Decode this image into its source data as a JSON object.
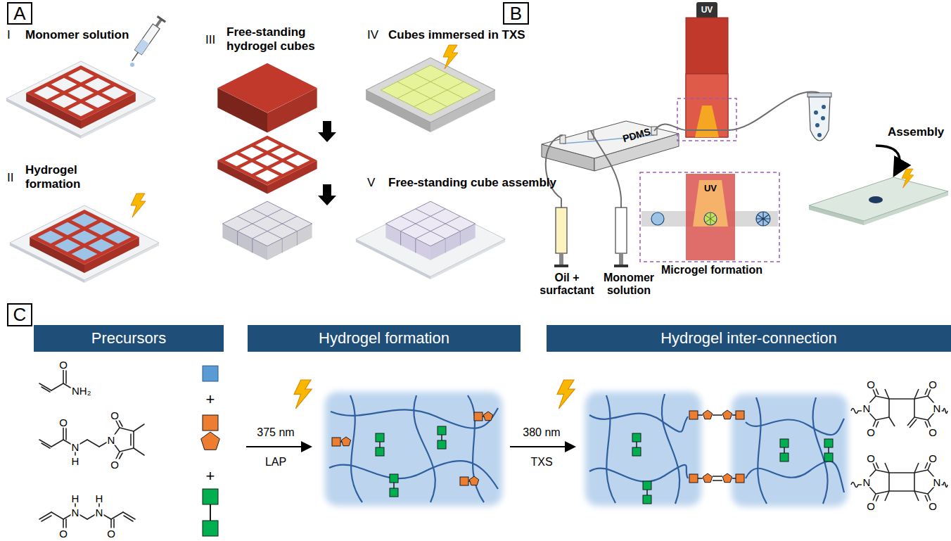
{
  "diagram": {
    "nodes": [
      {
        "text": [
          "A"
        ]
      },
      {
        "text": [
          "B"
        ]
      },
      {
        "text": [
          "C"
        ]
      },
      {
        "text": [
          "Precursors"
        ]
      },
      {
        "text": [
          "Hydrogel formation"
        ]
      },
      {
        "text": [
          "Hydrogel inter-connection"
        ]
      }
    ],
    "labels": [
      "I",
      "Monomer solution",
      "II",
      "Hydrogel formation",
      "III",
      "Free-standing hydrogel cubes",
      "IV",
      "Cubes immersed in TXS",
      "V",
      "Free-standing cube assembly",
      "UV",
      "PDMS",
      "Oil + surfactant",
      "Monomer solution",
      "UV",
      "Microgel formation",
      "Assembly",
      "375 nm",
      "LAP",
      "380 nm",
      "TXS",
      "+",
      "+",
      "O",
      "NH₂",
      "O",
      "N",
      "H",
      "N",
      "O",
      "O",
      "H",
      "N",
      "H",
      "N",
      "O",
      "O",
      "O",
      "O",
      "N",
      "N",
      "O",
      "O",
      "O",
      "O",
      "N",
      "N",
      "O",
      "O"
    ]
  }
}
